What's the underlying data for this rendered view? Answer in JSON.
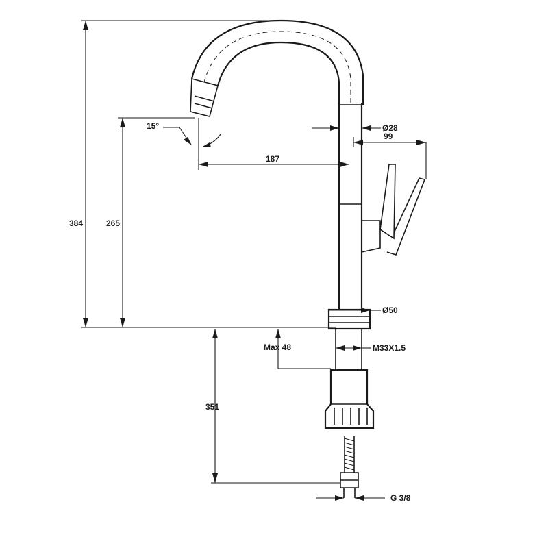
{
  "dimensions": {
    "total_height": "384",
    "outlet_height": "265",
    "spout_reach": "187",
    "spout_angle": "15°",
    "body_diameter": "Ø28",
    "lever_reach": "99",
    "base_diameter": "Ø50",
    "max_deck_thickness": "Max 48",
    "shank_thread": "M33X1.5",
    "hose_length": "351",
    "hose_connection": "G 3/8"
  },
  "colors": {
    "line": "#1a1a1a",
    "background": "#ffffff"
  }
}
